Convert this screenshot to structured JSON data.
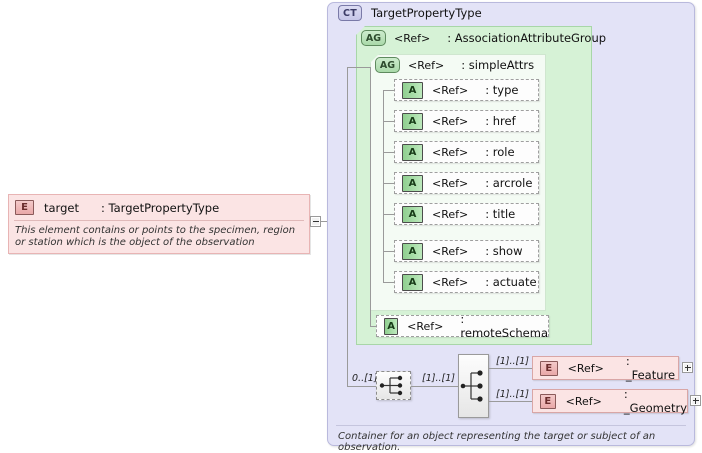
{
  "diagram": {
    "kind": "xsd-element-diagram",
    "colors": {
      "element_fill": "#fbe4e4",
      "element_border": "#e8b4b4",
      "complextype_fill": "#e3e3f7",
      "complextype_border": "#b9b9dd",
      "attributegroup_fill": "#d6f2d6",
      "attributegroup_border": "#a8d6a8",
      "attributegroup_inner_fill": "#f4fbf4",
      "attribute_fill": "#fdfdfd",
      "connector": "#9a9a9a"
    }
  },
  "element": {
    "badge": "E",
    "name": "target",
    "type": ": TargetPropertyType",
    "documentation": "This element contains or points to the specimen, region or station which is the object of the observation",
    "expander": "-"
  },
  "complex_type": {
    "badge": "CT",
    "title": "TargetPropertyType",
    "footer": "Container for an object representing the target or subject of an observation."
  },
  "attribute_group_outer": {
    "badge": "AG",
    "ref": "<Ref>",
    "type": ": AssociationAttributeGroup"
  },
  "attribute_group_inner": {
    "badge": "AG",
    "ref": "<Ref>",
    "type": ": simpleAttrs",
    "attributes": [
      {
        "badge": "A",
        "ref": "<Ref>",
        "type": ": type"
      },
      {
        "badge": "A",
        "ref": "<Ref>",
        "type": ": href"
      },
      {
        "badge": "A",
        "ref": "<Ref>",
        "type": ": role"
      },
      {
        "badge": "A",
        "ref": "<Ref>",
        "type": ": arcrole"
      },
      {
        "badge": "A",
        "ref": "<Ref>",
        "type": ": title"
      },
      {
        "badge": "A",
        "ref": "<Ref>",
        "type": ": show"
      },
      {
        "badge": "A",
        "ref": "<Ref>",
        "type": ": actuate"
      }
    ]
  },
  "attribute_remote_schema": {
    "badge": "A",
    "ref": "<Ref>",
    "type": ": remoteSchema"
  },
  "content_model": {
    "sequence_compositor": {
      "icon": "sequence-icon",
      "occurrence": "0..[1]",
      "optional": true
    },
    "choice_compositor": {
      "icon": "choice-icon",
      "occurrence": "[1]..[1]",
      "optional": false
    },
    "branches": [
      {
        "occurrence": "[1]..[1]",
        "badge": "E",
        "ref": "<Ref>",
        "type": ": _Feature",
        "expander": "+"
      },
      {
        "occurrence": "[1]..[1]",
        "badge": "E",
        "ref": "<Ref>",
        "type": ": _Geometry",
        "expander": "+"
      }
    ]
  }
}
